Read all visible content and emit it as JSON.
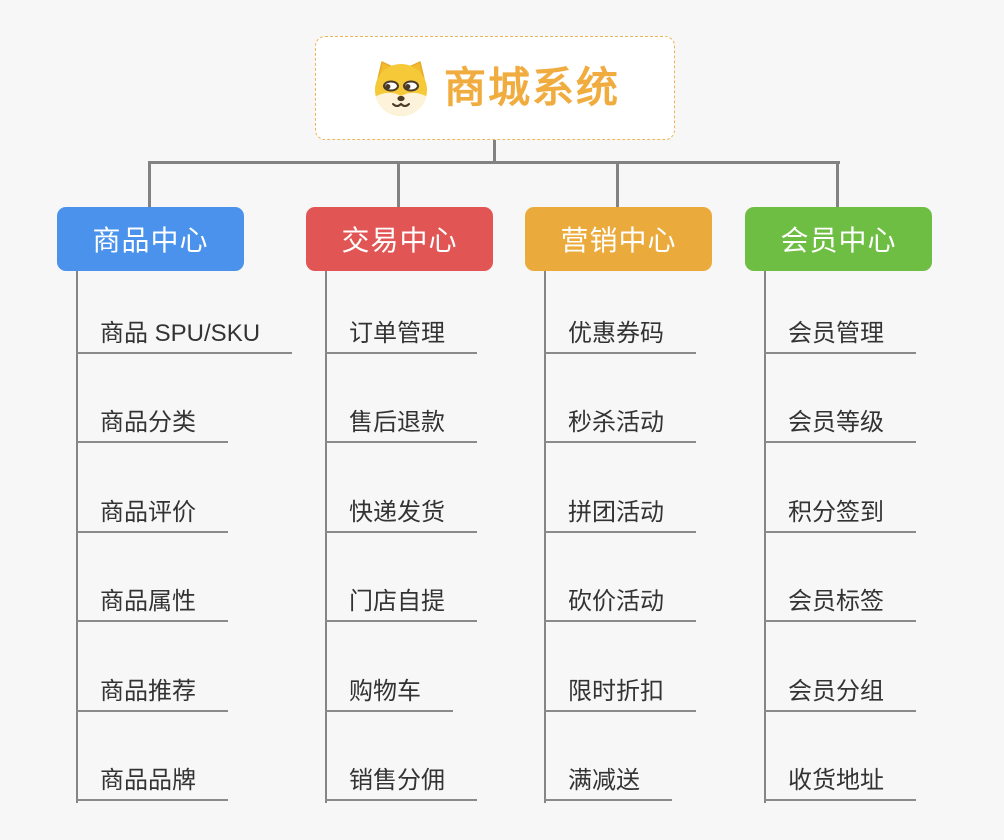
{
  "root": {
    "title": "商城系统",
    "icon": "dog-face-icon",
    "title_color": "#F0AC3E",
    "border_color": "#EFB45A"
  },
  "connector_color": "#828282",
  "branches": [
    {
      "label": "商品中心",
      "color": "#4A92EC",
      "children": [
        "商品 SPU/SKU",
        "商品分类",
        "商品评价",
        "商品属性",
        "商品推荐",
        "商品品牌"
      ]
    },
    {
      "label": "交易中心",
      "color": "#E15654",
      "children": [
        "订单管理",
        "售后退款",
        "快递发货",
        "门店自提",
        "购物车",
        "销售分佣"
      ]
    },
    {
      "label": "营销中心",
      "color": "#EBAA3C",
      "children": [
        "优惠券码",
        "秒杀活动",
        "拼团活动",
        "砍价活动",
        "限时折扣",
        "满减送"
      ]
    },
    {
      "label": "会员中心",
      "color": "#6FBE44",
      "children": [
        "会员管理",
        "会员等级",
        "积分签到",
        "会员标签",
        "会员分组",
        "收货地址"
      ]
    }
  ]
}
